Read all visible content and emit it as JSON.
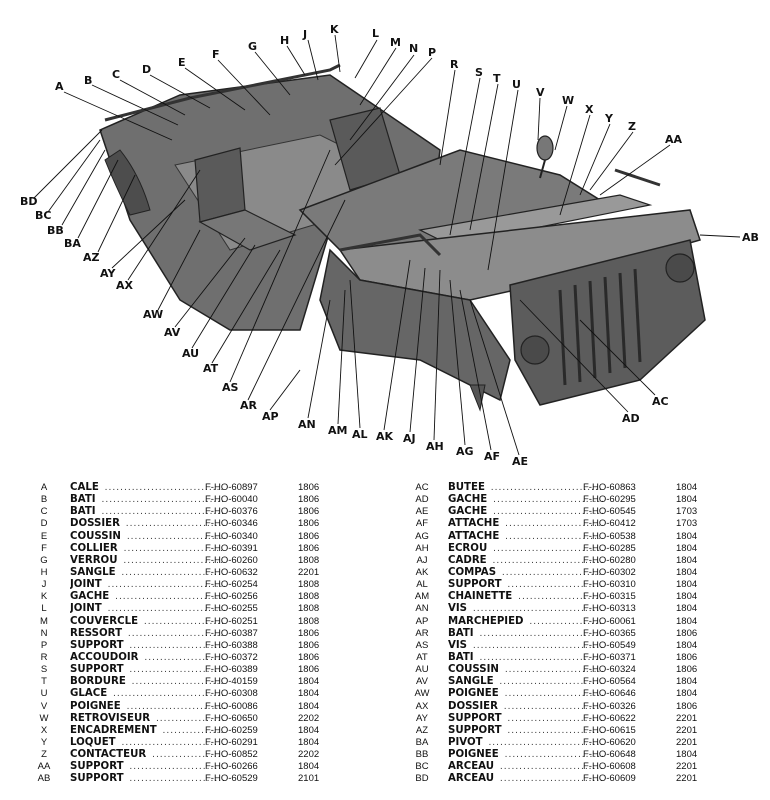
{
  "diagram": {
    "callouts": [
      "A",
      "B",
      "C",
      "D",
      "E",
      "F",
      "G",
      "H",
      "J",
      "K",
      "L",
      "M",
      "N",
      "P",
      "R",
      "S",
      "T",
      "U",
      "V",
      "W",
      "X",
      "Y",
      "Z",
      "AA",
      "AB",
      "AC",
      "AD",
      "AE",
      "AF",
      "AG",
      "AH",
      "AJ",
      "AK",
      "AL",
      "AM",
      "AN",
      "AP",
      "AR",
      "AS",
      "AT",
      "AU",
      "AV",
      "AW",
      "AX",
      "AY",
      "AZ",
      "BA",
      "BB",
      "BC",
      "BD"
    ]
  },
  "parts_left": [
    {
      "code": "A",
      "name": "CALE",
      "part": "F-HO-60897",
      "page": "1806"
    },
    {
      "code": "B",
      "name": "BATI",
      "part": "F-HO-60040",
      "page": "1806"
    },
    {
      "code": "C",
      "name": "BATI",
      "part": "F-HO-60376",
      "page": "1806"
    },
    {
      "code": "D",
      "name": "DOSSIER",
      "part": "F-HO-60346",
      "page": "1806"
    },
    {
      "code": "E",
      "name": "COUSSIN",
      "part": "F-HO-60340",
      "page": "1806"
    },
    {
      "code": "F",
      "name": "COLLIER",
      "part": "F-HO-60391",
      "page": "1806"
    },
    {
      "code": "G",
      "name": "VERROU",
      "part": "F-HO-60260",
      "page": "1808"
    },
    {
      "code": "H",
      "name": "SANGLE",
      "part": "F-HO-60632",
      "page": "2201"
    },
    {
      "code": "J",
      "name": "JOINT",
      "part": "F-HO-60254",
      "page": "1808"
    },
    {
      "code": "K",
      "name": "GACHE",
      "part": "F-HO-60256",
      "page": "1808"
    },
    {
      "code": "L",
      "name": "JOINT",
      "part": "F-HO-60255",
      "page": "1808"
    },
    {
      "code": "M",
      "name": "COUVERCLE",
      "part": "F-HO-60251",
      "page": "1808"
    },
    {
      "code": "N",
      "name": "RESSORT",
      "part": "F-HO-60387",
      "page": "1806"
    },
    {
      "code": "P",
      "name": "SUPPORT",
      "part": "F-HO-60388",
      "page": "1806"
    },
    {
      "code": "R",
      "name": "ACCOUDOIR",
      "part": "F-HO-60372",
      "page": "1806"
    },
    {
      "code": "S",
      "name": "SUPPORT",
      "part": "F-HO-60389",
      "page": "1806"
    },
    {
      "code": "T",
      "name": "BORDURE",
      "part": "F-HO-40159",
      "page": "1804"
    },
    {
      "code": "U",
      "name": "GLACE",
      "part": "F-HO-60308",
      "page": "1804"
    },
    {
      "code": "V",
      "name": "POIGNÉE",
      "part": "F-HO-60086",
      "page": "1804"
    },
    {
      "code": "W",
      "name": "RÉTROVISEUR",
      "part": "F-HO-60650",
      "page": "2202"
    },
    {
      "code": "X",
      "name": "ENCADREMENT",
      "part": "F-HO-60259",
      "page": "1804"
    },
    {
      "code": "Y",
      "name": "LOQUET",
      "part": "F-HO-60291",
      "page": "1804"
    },
    {
      "code": "Z",
      "name": "CONTACTEUR",
      "part": "F-HO-60852",
      "page": "2202"
    },
    {
      "code": "AA",
      "name": "SUPPORT",
      "part": "F-HO-60266",
      "page": "1804"
    },
    {
      "code": "AB",
      "name": "SUPPORT",
      "part": "F-HO-60529",
      "page": "2101"
    }
  ],
  "parts_right": [
    {
      "code": "AC",
      "name": "BUTÉE",
      "part": "F-HO-60863",
      "page": "1804"
    },
    {
      "code": "AD",
      "name": "GACHE",
      "part": "F-HO-60295",
      "page": "1804"
    },
    {
      "code": "AE",
      "name": "GACHE",
      "part": "F-HO-60545",
      "page": "1703"
    },
    {
      "code": "AF",
      "name": "ATTACHE",
      "part": "F-HO-60412",
      "page": "1703"
    },
    {
      "code": "AG",
      "name": "ATTACHE",
      "part": "F-HO-60538",
      "page": "1804"
    },
    {
      "code": "AH",
      "name": "ÉCROU",
      "part": "F-HO-60285",
      "page": "1804"
    },
    {
      "code": "AJ",
      "name": "CADRE",
      "part": "F-HO-60280",
      "page": "1804"
    },
    {
      "code": "AK",
      "name": "COMPAS",
      "part": "F-HO-60302",
      "page": "1804"
    },
    {
      "code": "AL",
      "name": "SUPPORT",
      "part": "F-HO-60310",
      "page": "1804"
    },
    {
      "code": "AM",
      "name": "CHAINETTE",
      "part": "F-HO-60315",
      "page": "1804"
    },
    {
      "code": "AN",
      "name": "VIS",
      "part": "F-HO-60313",
      "page": "1804"
    },
    {
      "code": "AP",
      "name": "MARCHEPIED",
      "part": "F-HO-60061",
      "page": "1804"
    },
    {
      "code": "AR",
      "name": "BATI",
      "part": "F-HO-60365",
      "page": "1806"
    },
    {
      "code": "AS",
      "name": "VIS",
      "part": "F-HO-60549",
      "page": "1804"
    },
    {
      "code": "AT",
      "name": "BATI",
      "part": "F-HO-60371",
      "page": "1806"
    },
    {
      "code": "AU",
      "name": "COUSSIN",
      "part": "F-HO-60324",
      "page": "1806"
    },
    {
      "code": "AV",
      "name": "SANGLE",
      "part": "F-HO-60564",
      "page": "1804"
    },
    {
      "code": "AW",
      "name": "POIGNÉE",
      "part": "F-HO-60646",
      "page": "1804"
    },
    {
      "code": "AX",
      "name": "DOSSIER",
      "part": "F-HO-60326",
      "page": "1806"
    },
    {
      "code": "AY",
      "name": "SUPPORT",
      "part": "F-HO-60622",
      "page": "2201"
    },
    {
      "code": "AZ",
      "name": "SUPPORT",
      "part": "F-HO-60615",
      "page": "2201"
    },
    {
      "code": "BA",
      "name": "PIVOT",
      "part": "F-HO-60620",
      "page": "2201"
    },
    {
      "code": "BB",
      "name": "POIGNÉE",
      "part": "F-HO-60648",
      "page": "1804"
    },
    {
      "code": "BC",
      "name": "ARCEAU",
      "part": "F-HO-60608",
      "page": "2201"
    },
    {
      "code": "BD",
      "name": "ARCEAU",
      "part": "F-HO-60609",
      "page": "2201"
    }
  ]
}
